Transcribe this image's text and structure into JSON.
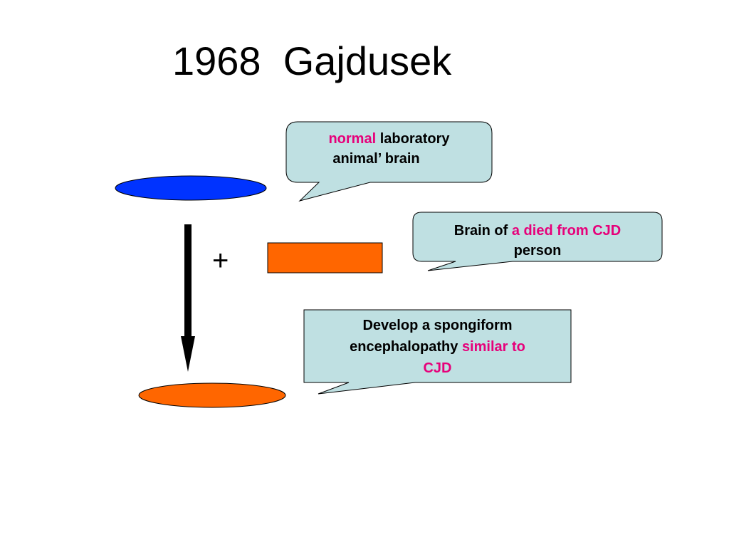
{
  "title": "1968  Gajdusek",
  "plus_sign": "+",
  "colors": {
    "blue_ellipse": "#0033ff",
    "orange": "#ff6600",
    "callout_fill": "#bfe0e2",
    "highlight_text": "#e6007a"
  },
  "callouts": {
    "normal": {
      "highlight": "normal",
      "text_1": " laboratory",
      "text_2": "animal’ brain"
    },
    "cjd_brain": {
      "text_1": "Brain of ",
      "highlight": "a died from CJD",
      "text_2": "person"
    },
    "result": {
      "text_1": "Develop a spongiform",
      "text_2": "encephalopathy ",
      "highlight_1": "similar to",
      "highlight_2": "CJD"
    }
  }
}
